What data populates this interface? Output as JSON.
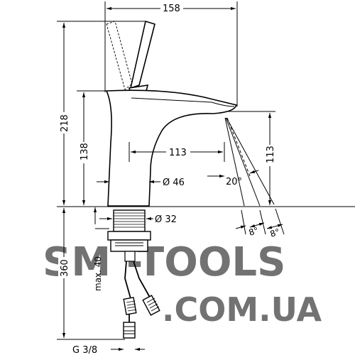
{
  "dimensions": {
    "width_top": "158",
    "height_total": "218",
    "height_spout": "138",
    "reach": "113",
    "spout_height_right": "113",
    "body_diameter": "Ø 46",
    "angle_spout": "20°",
    "shank_diameter": "Ø 32",
    "angle_a": "8°",
    "angle_b": "8°",
    "shank_max": "max. 40",
    "depth_total": "360",
    "thread": "G 3/8"
  },
  "watermark": {
    "line1_part_a": "SM",
    "line1_part_b": "-TOOLS",
    "line2": ".COM.UA",
    "color_a": "#f5c98a",
    "color_b": "#c8c8c8"
  },
  "colors": {
    "line": "#000000",
    "background": "#ffffff"
  }
}
